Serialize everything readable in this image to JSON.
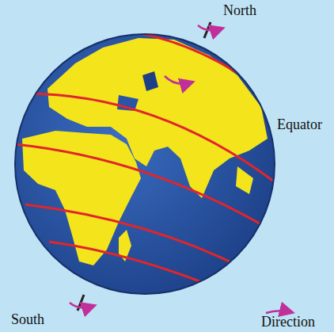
{
  "diagram": {
    "labels": [
      "North",
      "Equator",
      "South",
      "Direction"
    ]
  }
}
